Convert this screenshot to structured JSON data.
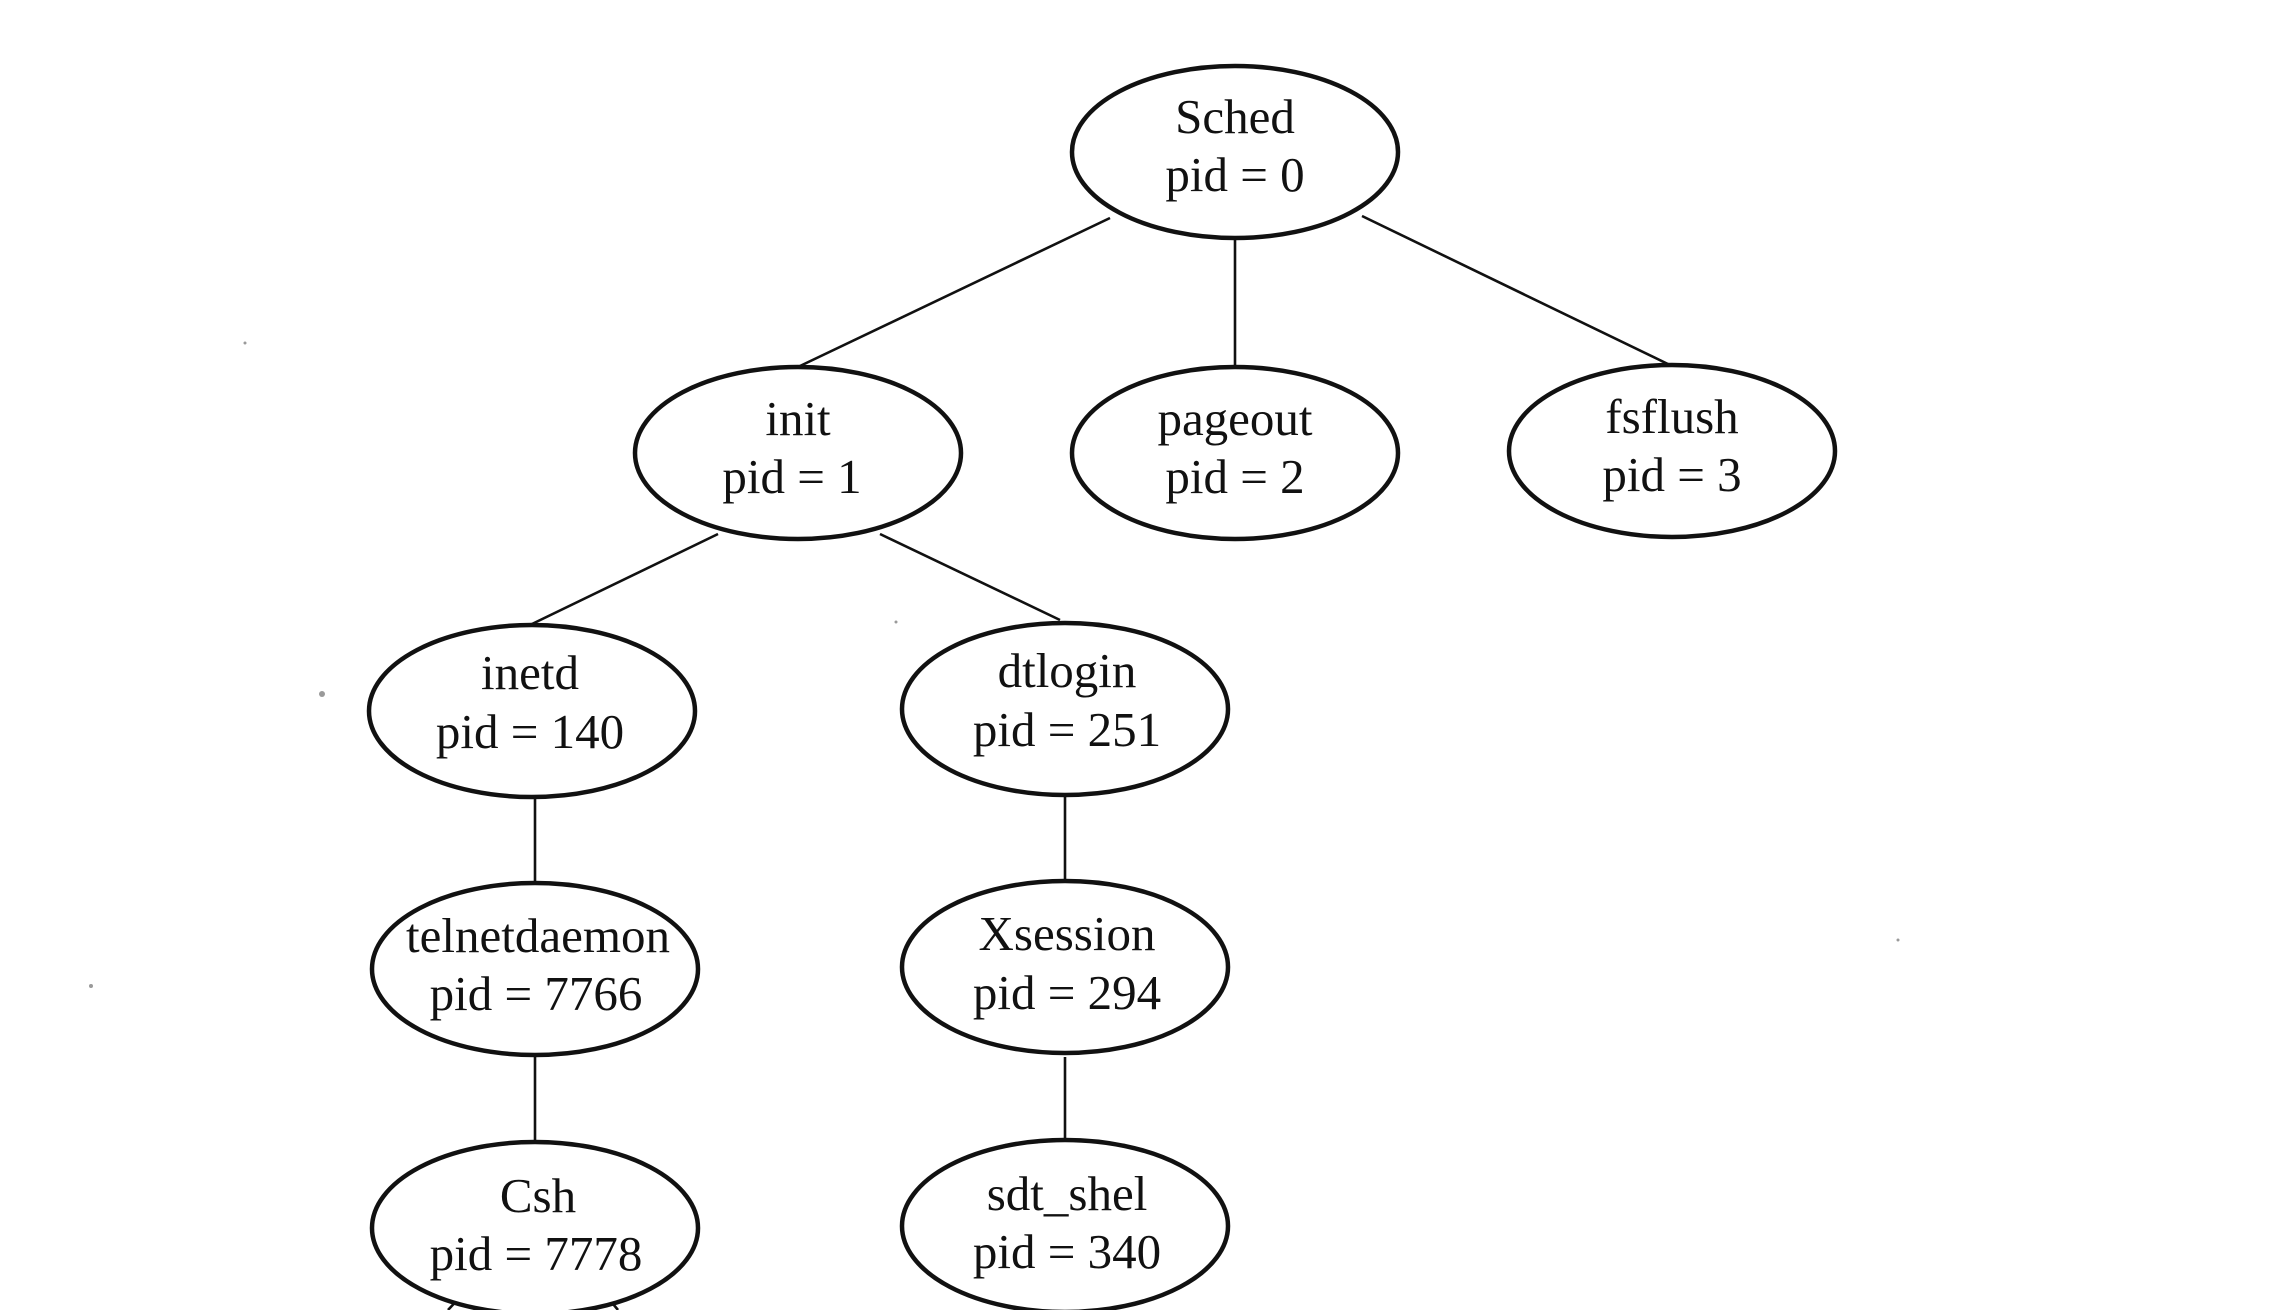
{
  "diagram": {
    "type": "process-tree",
    "nodes": [
      {
        "id": "sched",
        "name": "Sched",
        "pid": "pid = 0"
      },
      {
        "id": "init",
        "name": "init",
        "pid": "pid = 1"
      },
      {
        "id": "pageout",
        "name": "pageout",
        "pid": "pid = 2"
      },
      {
        "id": "fsflush",
        "name": "fsflush",
        "pid": "pid = 3"
      },
      {
        "id": "inetd",
        "name": "inetd",
        "pid": "pid = 140"
      },
      {
        "id": "dtlogin",
        "name": "dtlogin",
        "pid": "pid = 251"
      },
      {
        "id": "telnetdaemon",
        "name": "telnetdaemon",
        "pid": "pid = 7766"
      },
      {
        "id": "xsession",
        "name": "Xsession",
        "pid": "pid = 294"
      },
      {
        "id": "csh",
        "name": "Csh",
        "pid": "pid = 7778"
      },
      {
        "id": "sdt-shel",
        "name": "sdt_shel",
        "pid": "pid = 340"
      }
    ],
    "edges": [
      {
        "from": "sched",
        "to": "init"
      },
      {
        "from": "sched",
        "to": "pageout"
      },
      {
        "from": "sched",
        "to": "fsflush"
      },
      {
        "from": "init",
        "to": "inetd"
      },
      {
        "from": "init",
        "to": "dtlogin"
      },
      {
        "from": "inetd",
        "to": "telnetdaemon"
      },
      {
        "from": "dtlogin",
        "to": "xsession"
      },
      {
        "from": "telnetdaemon",
        "to": "csh"
      },
      {
        "from": "xsession",
        "to": "sdt-shel"
      }
    ]
  }
}
